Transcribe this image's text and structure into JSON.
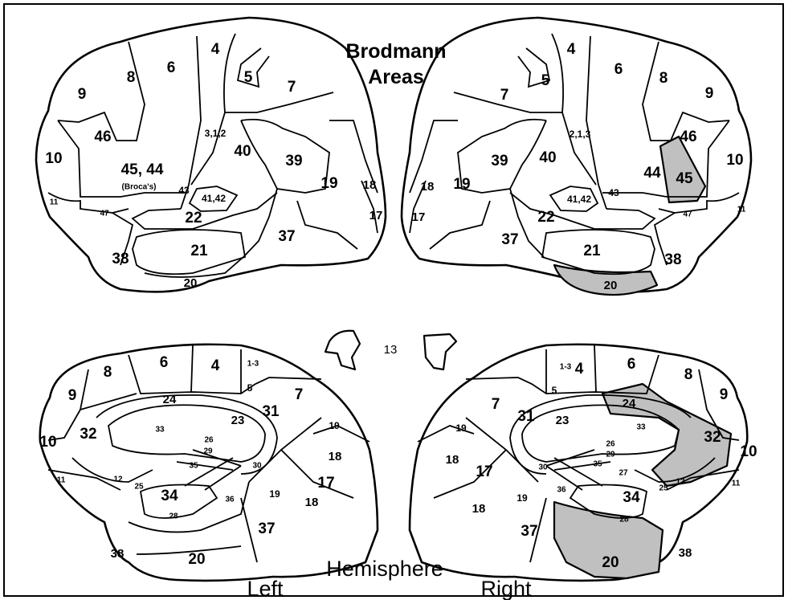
{
  "figure": {
    "title_line1": "Brodmann",
    "title_line2": "Areas",
    "caption_left": "Left",
    "caption_center": "Hemisphere",
    "caption_right": "Right",
    "insula_label": "13",
    "highlight_color": "#c0c0c0"
  },
  "lateral_left": {
    "labels": [
      "4",
      "6",
      "8",
      "9",
      "5",
      "7",
      "46",
      "10",
      "3,1,2",
      "40",
      "39",
      "45, 44",
      "(Broca's)",
      "19",
      "18",
      "43",
      "41,42",
      "17",
      "11",
      "47",
      "22",
      "21",
      "37",
      "38",
      "20"
    ]
  },
  "lateral_right": {
    "labels": [
      "4",
      "6",
      "8",
      "9",
      "5",
      "7",
      "46",
      "10",
      "2,1,3",
      "40",
      "39",
      "44",
      "45",
      "19",
      "18",
      "43",
      "41,42",
      "17",
      "11",
      "47",
      "22",
      "21",
      "37",
      "38",
      "20"
    ],
    "highlighted": [
      "45",
      "20"
    ]
  },
  "medial_left": {
    "labels": [
      "6",
      "4",
      "1-3",
      "8",
      "9",
      "5",
      "7",
      "24",
      "31",
      "19",
      "32",
      "33",
      "23",
      "10",
      "26",
      "29",
      "18",
      "17",
      "11",
      "12",
      "25",
      "35",
      "30",
      "34",
      "36",
      "19",
      "18",
      "28",
      "37",
      "38",
      "20"
    ]
  },
  "medial_right": {
    "labels": [
      "1-3",
      "4",
      "6",
      "8",
      "9",
      "5",
      "7",
      "24",
      "31",
      "23",
      "33",
      "32",
      "19",
      "26",
      "29",
      "10",
      "18",
      "17",
      "30",
      "35",
      "27",
      "25",
      "12",
      "11",
      "36",
      "19",
      "34",
      "18",
      "28",
      "37",
      "38",
      "20"
    ],
    "highlighted": [
      "24",
      "32",
      "20"
    ]
  }
}
